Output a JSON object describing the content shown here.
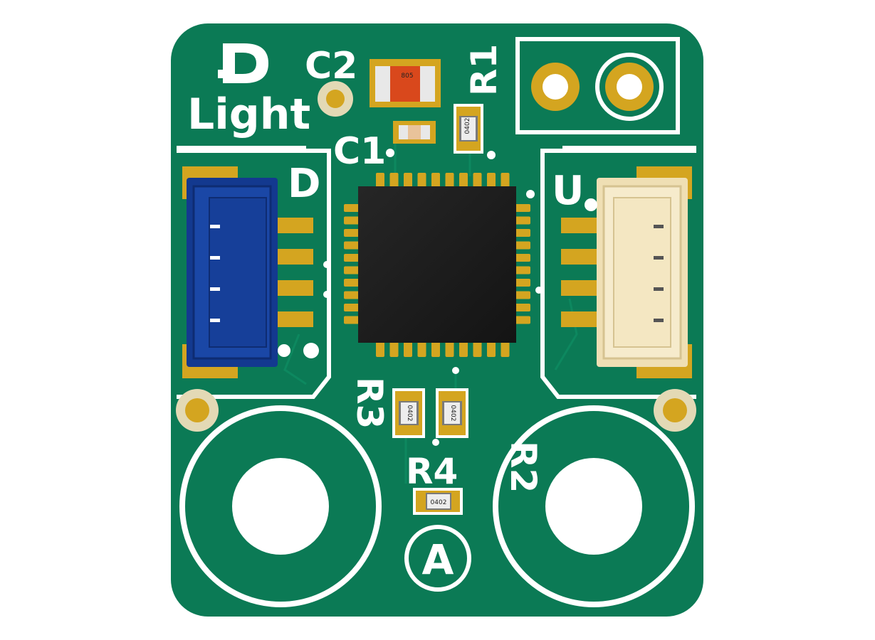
{
  "board": {
    "colors": {
      "board": "#0b7a55",
      "silkscreen": "#ffffff",
      "copper_pad": "#d4a520",
      "chip": "#1b1b1b",
      "connector_down": "#13398f",
      "connector_up": "#f4e7c2",
      "capacitor_large": "#d9481c",
      "capacitor_small": "#e9c39a"
    },
    "logo_icon": "d-logo-icon",
    "logo_text": "Light",
    "labels": {
      "c1": "C1",
      "c2": "C2",
      "r1": "R1",
      "r2": "R2",
      "r3": "R3",
      "r4": "R4",
      "down_port": "D",
      "up_port": "U",
      "address": "A"
    },
    "package_marks": {
      "c2": "805",
      "r1": "0402",
      "r2": "0402",
      "r3": "0402",
      "r4": "0402"
    }
  }
}
